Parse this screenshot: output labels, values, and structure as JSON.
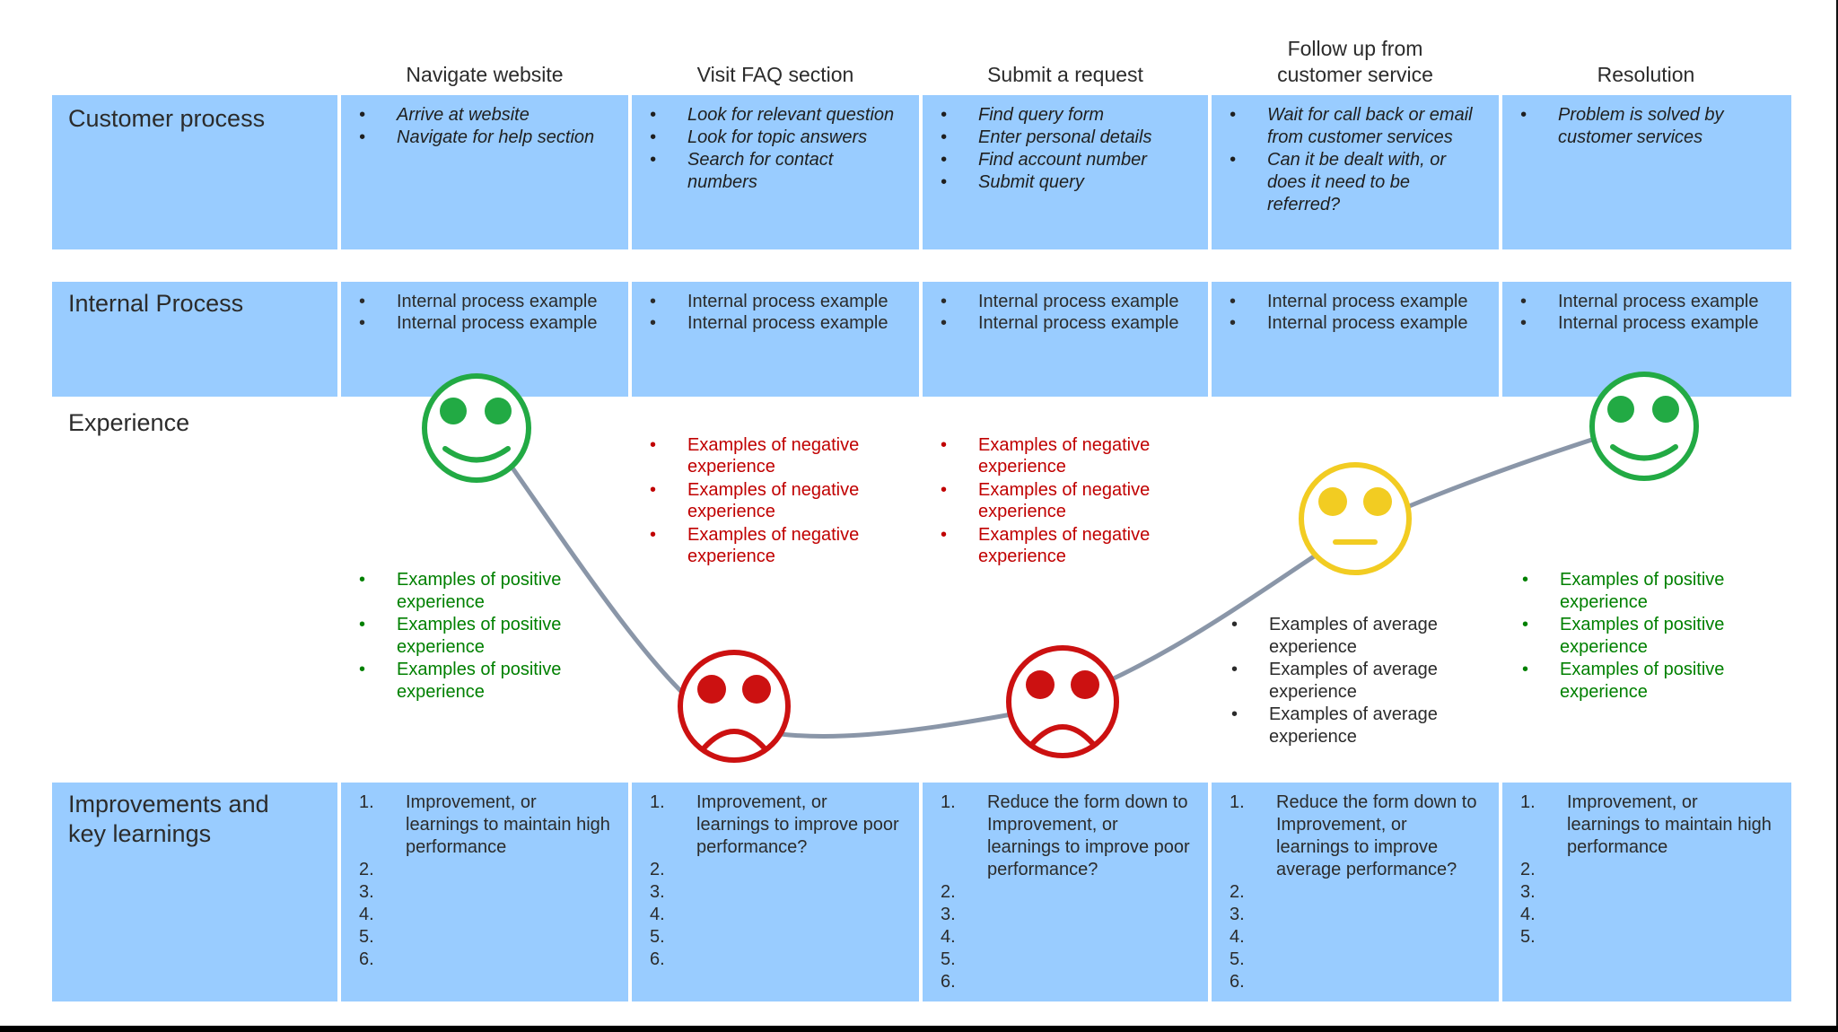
{
  "columns": [
    "Navigate website",
    "Visit FAQ section",
    "Submit a request",
    "Follow up from customer service",
    "Resolution"
  ],
  "rows": {
    "customer": "Customer process",
    "internal": "Internal Process",
    "experience": "Experience",
    "improvements": "Improvements and key learnings"
  },
  "customer_process": [
    [
      "Arrive at website",
      "Navigate for help section"
    ],
    [
      "Look for relevant question",
      "Look for topic answers",
      "Search for contact numbers"
    ],
    [
      "Find query form",
      "Enter personal details",
      "Find account number",
      "Submit query"
    ],
    [
      "Wait for call back or email from customer services",
      "Can it be dealt with, or does it need to be referred?"
    ],
    [
      "Problem is solved by customer services"
    ]
  ],
  "internal_process": [
    [
      "Internal process example",
      "Internal process example"
    ],
    [
      "Internal process example",
      "Internal process example"
    ],
    [
      "Internal process example",
      "Internal process example"
    ],
    [
      "Internal process example",
      "Internal process example"
    ],
    [
      "Internal process example",
      "Internal process example"
    ]
  ],
  "experience": {
    "col1_positive": [
      "Examples of positive experience",
      "Examples of positive experience",
      "Examples of positive experience"
    ],
    "col2_negative": [
      "Examples of negative experience",
      "Examples of negative experience",
      "Examples of negative experience"
    ],
    "col3_negative": [
      "Examples of negative experience",
      "Examples of negative experience",
      "Examples of negative experience"
    ],
    "col4_average": [
      "Examples of average experience",
      "Examples of average experience",
      "Examples of average experience"
    ],
    "col5_positive": [
      "Examples of positive experience",
      "Examples of positive experience",
      "Examples of positive experience"
    ],
    "faces": [
      "happy",
      "sad",
      "sad",
      "neutral",
      "happy"
    ]
  },
  "improvements": [
    [
      "Improvement, or learnings to maintain high performance",
      "",
      "",
      "",
      ""
    ],
    [
      "Improvement, or learnings to improve poor performance?",
      "",
      "",
      "",
      ""
    ],
    [
      "Reduce the form down to Improvement, or learnings to improve poor performance?",
      "",
      "",
      "",
      "",
      ""
    ],
    [
      "Reduce the form down to Improvement, or learnings to improve average performance?",
      "",
      "",
      "",
      "",
      ""
    ],
    [
      "Improvement, or learnings to maintain high performance",
      "",
      "",
      "",
      ""
    ]
  ],
  "numbers": [
    "1.",
    "2.",
    "3.",
    "4.",
    "5.",
    "6."
  ],
  "colors": {
    "band": "#99ccff",
    "happy": "#22aa44",
    "sad": "#cc1111",
    "neutral": "#f2cc22",
    "positive_text": "#008000",
    "negative_text": "#c00000",
    "curve": "#8a96a8"
  }
}
